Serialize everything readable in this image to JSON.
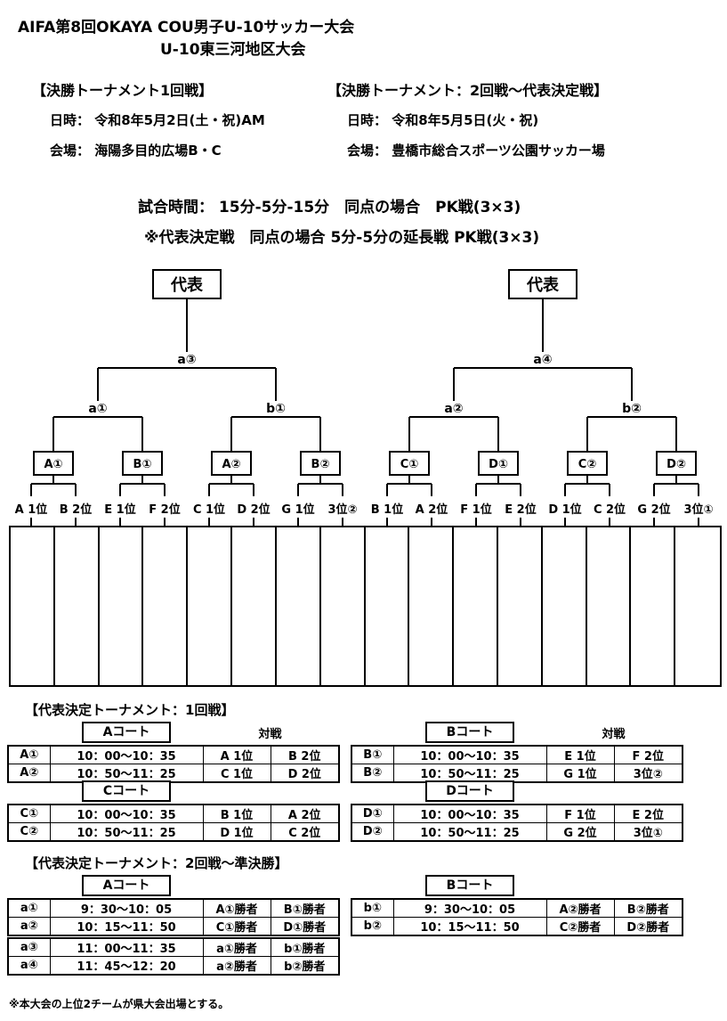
{
  "title": {
    "line1": "AIFA第8回OKAYA COU男子U-10サッカー大会",
    "line2": "U-10東三河地区大会"
  },
  "info": {
    "left": {
      "heading": "【決勝トーナメント1回戦】",
      "datetime": "日時： 令和8年5月2日(土・祝)AM",
      "venue": "会場： 海陽多目的広場B・C"
    },
    "right": {
      "heading": "【決勝トーナメント：2回戦～代表決定戦】",
      "datetime": "日時： 令和8年5月5日(火・祝)",
      "venue": "会場： 豊橋市総合スポーツ公園サッカー場"
    }
  },
  "match_rules": {
    "line1": "試合時間： 15分-5分-15分　同点の場合　PK戦(3×3)",
    "line2": "※代表決定戦　同点の場合 5分-5分の延長戦 PK戦(3×3)"
  },
  "bracket": {
    "left": {
      "champion": "代表",
      "final": "a③",
      "semis": [
        "a①",
        "b①"
      ],
      "matches": [
        "A①",
        "B①",
        "A②",
        "B②"
      ],
      "slots": [
        "A 1位",
        "B 2位",
        "E 1位",
        "F 2位",
        "C 1位",
        "D 2位",
        "G 1位",
        "3位②"
      ]
    },
    "right": {
      "champion": "代表",
      "final": "a④",
      "semis": [
        "a②",
        "b②"
      ],
      "matches": [
        "C①",
        "D①",
        "C②",
        "D②"
      ],
      "slots": [
        "B 1位",
        "A 2位",
        "F 1位",
        "E 2位",
        "D 1位",
        "C 2位",
        "G 2位",
        "3位①"
      ]
    }
  },
  "section1": {
    "heading": "【代表決定トーナメント：1回戦】",
    "versus_label": "対戦",
    "tables": [
      {
        "court": "Aコート",
        "rows": [
          {
            "id": "A①",
            "time": "10：00～10：35",
            "home": "A 1位",
            "away": "B 2位"
          },
          {
            "id": "A②",
            "time": "10：50～11：25",
            "home": "C 1位",
            "away": "D 2位"
          }
        ]
      },
      {
        "court": "Bコート",
        "rows": [
          {
            "id": "B①",
            "time": "10：00～10：35",
            "home": "E 1位",
            "away": "F 2位"
          },
          {
            "id": "B②",
            "time": "10：50～11：25",
            "home": "G 1位",
            "away": "3位②"
          }
        ]
      },
      {
        "court": "Cコート",
        "rows": [
          {
            "id": "C①",
            "time": "10：00～10：35",
            "home": "B 1位",
            "away": "A 2位"
          },
          {
            "id": "C②",
            "time": "10：50～11：25",
            "home": "D 1位",
            "away": "C 2位"
          }
        ]
      },
      {
        "court": "Dコート",
        "rows": [
          {
            "id": "D①",
            "time": "10：00～10：35",
            "home": "F 1位",
            "away": "E 2位"
          },
          {
            "id": "D②",
            "time": "10：50～11：25",
            "home": "G 2位",
            "away": "3位①"
          }
        ]
      }
    ]
  },
  "section2": {
    "heading": "【代表決定トーナメント：2回戦～準決勝】",
    "tables": [
      {
        "court": "Aコート",
        "rows": [
          {
            "id": "a①",
            "time": "9：30～10：05",
            "home": "A①勝者",
            "away": "B①勝者"
          },
          {
            "id": "a②",
            "time": "10：15～11：50",
            "home": "C①勝者",
            "away": "D①勝者"
          }
        ]
      },
      {
        "court": "Bコート",
        "rows": [
          {
            "id": "b①",
            "time": "9：30～10：05",
            "home": "A②勝者",
            "away": "B②勝者"
          },
          {
            "id": "b②",
            "time": "10：15～11：50",
            "home": "C②勝者",
            "away": "D②勝者"
          }
        ]
      },
      {
        "rows": [
          {
            "id": "a③",
            "time": "11：00～11：35",
            "home": "a①勝者",
            "away": "b①勝者"
          },
          {
            "id": "a④",
            "time": "11：45～12：20",
            "home": "a②勝者",
            "away": "b②勝者"
          }
        ]
      }
    ]
  },
  "footer": {
    "note": "※本大会の上位2チームが県大会出場とする。"
  }
}
